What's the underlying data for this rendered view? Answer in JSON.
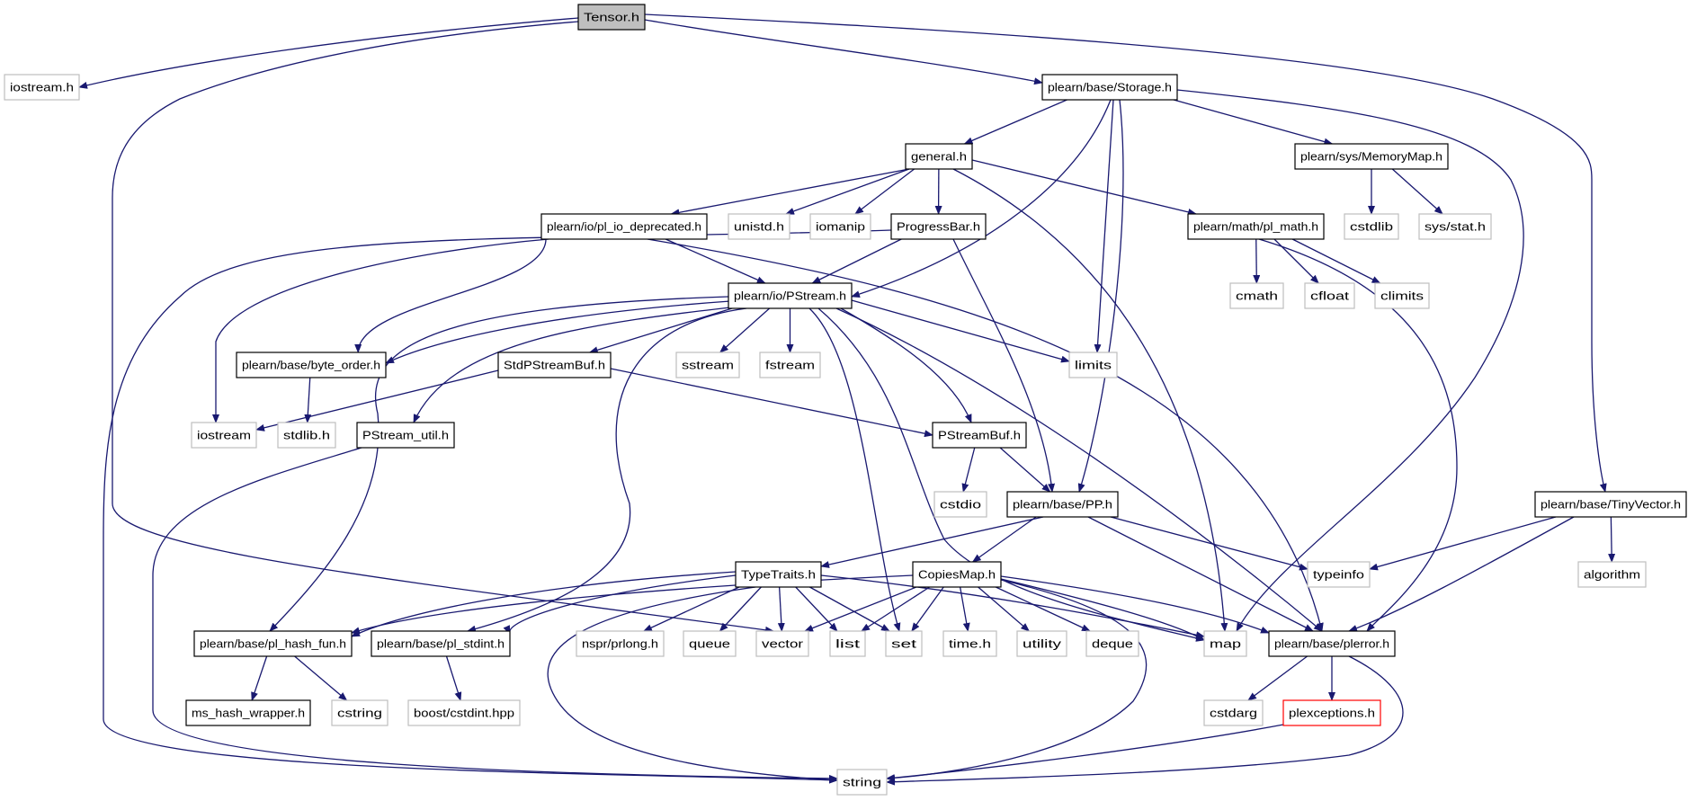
{
  "title": "Tensor.h include dependency graph",
  "colors": {
    "edge": "#191970",
    "focus_fill": "#bfbfbf",
    "focus_stroke": "#000000",
    "documented_stroke": "#000000",
    "external_stroke": "#bfbfbf",
    "error_stroke": "#ff0000",
    "node_fill": "#ffffff"
  },
  "nodes": [
    {
      "id": "tensor",
      "label": "Tensor.h",
      "kind": "focus"
    },
    {
      "id": "iostream_h",
      "label": "iostream.h",
      "kind": "external"
    },
    {
      "id": "storage",
      "label": "plearn/base/Storage.h",
      "kind": "documented"
    },
    {
      "id": "general",
      "label": "general.h",
      "kind": "documented"
    },
    {
      "id": "memorymap",
      "label": "plearn/sys/MemoryMap.h",
      "kind": "documented"
    },
    {
      "id": "pl_io_deprecated",
      "label": "plearn/io/pl_io_deprecated.h",
      "kind": "documented"
    },
    {
      "id": "unistd",
      "label": "unistd.h",
      "kind": "external"
    },
    {
      "id": "iomanip",
      "label": "iomanip",
      "kind": "external"
    },
    {
      "id": "progressbar",
      "label": "ProgressBar.h",
      "kind": "documented"
    },
    {
      "id": "pl_math",
      "label": "plearn/math/pl_math.h",
      "kind": "documented"
    },
    {
      "id": "cstdlib",
      "label": "cstdlib",
      "kind": "external"
    },
    {
      "id": "sys_stat",
      "label": "sys/stat.h",
      "kind": "external"
    },
    {
      "id": "pstream",
      "label": "plearn/io/PStream.h",
      "kind": "documented"
    },
    {
      "id": "cmath",
      "label": "cmath",
      "kind": "external"
    },
    {
      "id": "cfloat",
      "label": "cfloat",
      "kind": "external"
    },
    {
      "id": "climits",
      "label": "climits",
      "kind": "external"
    },
    {
      "id": "byte_order",
      "label": "plearn/base/byte_order.h",
      "kind": "documented"
    },
    {
      "id": "stdpstreambuf",
      "label": "StdPStreamBuf.h",
      "kind": "documented"
    },
    {
      "id": "sstream",
      "label": "sstream",
      "kind": "external"
    },
    {
      "id": "fstream",
      "label": "fstream",
      "kind": "external"
    },
    {
      "id": "limits",
      "label": "limits",
      "kind": "external"
    },
    {
      "id": "iostream",
      "label": "iostream",
      "kind": "external"
    },
    {
      "id": "stdlib_h",
      "label": "stdlib.h",
      "kind": "external"
    },
    {
      "id": "pstream_util",
      "label": "PStream_util.h",
      "kind": "documented"
    },
    {
      "id": "pstreambuf",
      "label": "PStreamBuf.h",
      "kind": "documented"
    },
    {
      "id": "cstdio",
      "label": "cstdio",
      "kind": "external"
    },
    {
      "id": "pp",
      "label": "plearn/base/PP.h",
      "kind": "documented"
    },
    {
      "id": "tinyvector",
      "label": "plearn/base/TinyVector.h",
      "kind": "documented"
    },
    {
      "id": "typetraits",
      "label": "TypeTraits.h",
      "kind": "documented"
    },
    {
      "id": "copiesmap",
      "label": "CopiesMap.h",
      "kind": "documented"
    },
    {
      "id": "typeinfo",
      "label": "typeinfo",
      "kind": "external"
    },
    {
      "id": "algorithm",
      "label": "algorithm",
      "kind": "external"
    },
    {
      "id": "pl_hash_fun",
      "label": "plearn/base/pl_hash_fun.h",
      "kind": "documented"
    },
    {
      "id": "pl_stdint",
      "label": "plearn/base/pl_stdint.h",
      "kind": "documented"
    },
    {
      "id": "nspr_prlong",
      "label": "nspr/prlong.h",
      "kind": "external"
    },
    {
      "id": "queue",
      "label": "queue",
      "kind": "external"
    },
    {
      "id": "vector",
      "label": "vector",
      "kind": "external"
    },
    {
      "id": "list",
      "label": "list",
      "kind": "external"
    },
    {
      "id": "set",
      "label": "set",
      "kind": "external"
    },
    {
      "id": "time_h",
      "label": "time.h",
      "kind": "external"
    },
    {
      "id": "utility",
      "label": "utility",
      "kind": "external"
    },
    {
      "id": "deque",
      "label": "deque",
      "kind": "external"
    },
    {
      "id": "map",
      "label": "map",
      "kind": "external"
    },
    {
      "id": "plerror",
      "label": "plearn/base/plerror.h",
      "kind": "documented"
    },
    {
      "id": "ms_hash_wrapper",
      "label": "ms_hash_wrapper.h",
      "kind": "documented"
    },
    {
      "id": "cstring",
      "label": "cstring",
      "kind": "external"
    },
    {
      "id": "boost_cstdint",
      "label": "boost/cstdint.hpp",
      "kind": "external"
    },
    {
      "id": "cstdarg",
      "label": "cstdarg",
      "kind": "external"
    },
    {
      "id": "plexceptions",
      "label": "plexceptions.h",
      "kind": "error"
    },
    {
      "id": "string",
      "label": "string",
      "kind": "external"
    }
  ],
  "edges": [
    [
      "tensor",
      "iostream_h"
    ],
    [
      "tensor",
      "storage"
    ],
    [
      "tensor",
      "vector"
    ],
    [
      "tensor",
      "tinyvector"
    ],
    [
      "storage",
      "general"
    ],
    [
      "storage",
      "memorymap"
    ],
    [
      "storage",
      "pstream"
    ],
    [
      "storage",
      "limits"
    ],
    [
      "storage",
      "pp"
    ],
    [
      "storage",
      "map"
    ],
    [
      "general",
      "pl_io_deprecated"
    ],
    [
      "general",
      "unistd"
    ],
    [
      "general",
      "iomanip"
    ],
    [
      "general",
      "progressbar"
    ],
    [
      "general",
      "pl_math"
    ],
    [
      "general",
      "map"
    ],
    [
      "memorymap",
      "cstdlib"
    ],
    [
      "memorymap",
      "sys_stat"
    ],
    [
      "pl_io_deprecated",
      "pstream"
    ],
    [
      "pl_io_deprecated",
      "byte_order"
    ],
    [
      "pl_io_deprecated",
      "iostream"
    ],
    [
      "pl_io_deprecated",
      "plerror"
    ],
    [
      "progressbar",
      "pstream"
    ],
    [
      "progressbar",
      "pp"
    ],
    [
      "progressbar",
      "string"
    ],
    [
      "pl_math",
      "cmath"
    ],
    [
      "pl_math",
      "cfloat"
    ],
    [
      "pl_math",
      "climits"
    ],
    [
      "pl_math",
      "plerror"
    ],
    [
      "pstream",
      "byte_order"
    ],
    [
      "pstream",
      "stdpstreambuf"
    ],
    [
      "pstream",
      "sstream"
    ],
    [
      "pstream",
      "fstream"
    ],
    [
      "pstream",
      "limits"
    ],
    [
      "pstream",
      "pstream_util"
    ],
    [
      "pstream",
      "pstreambuf"
    ],
    [
      "pstream",
      "pl_hash_fun"
    ],
    [
      "pstream",
      "pl_stdint"
    ],
    [
      "pstream",
      "set"
    ],
    [
      "pstream",
      "map"
    ],
    [
      "pstream",
      "plerror"
    ],
    [
      "byte_order",
      "stdlib_h"
    ],
    [
      "stdpstreambuf",
      "iostream"
    ],
    [
      "stdpstreambuf",
      "pstreambuf"
    ],
    [
      "pstream_util",
      "string"
    ],
    [
      "pstreambuf",
      "cstdio"
    ],
    [
      "pstreambuf",
      "pp"
    ],
    [
      "pp",
      "typetraits"
    ],
    [
      "pp",
      "copiesmap"
    ],
    [
      "pp",
      "typeinfo"
    ],
    [
      "pp",
      "plerror"
    ],
    [
      "tinyvector",
      "typeinfo"
    ],
    [
      "tinyvector",
      "algorithm"
    ],
    [
      "tinyvector",
      "plerror"
    ],
    [
      "typetraits",
      "pl_hash_fun"
    ],
    [
      "typetraits",
      "pl_stdint"
    ],
    [
      "typetraits",
      "nspr_prlong"
    ],
    [
      "typetraits",
      "queue"
    ],
    [
      "typetraits",
      "vector"
    ],
    [
      "typetraits",
      "list"
    ],
    [
      "typetraits",
      "set"
    ],
    [
      "typetraits",
      "map"
    ],
    [
      "typetraits",
      "string"
    ],
    [
      "copiesmap",
      "pl_hash_fun"
    ],
    [
      "copiesmap",
      "vector"
    ],
    [
      "copiesmap",
      "list"
    ],
    [
      "copiesmap",
      "set"
    ],
    [
      "copiesmap",
      "time_h"
    ],
    [
      "copiesmap",
      "utility"
    ],
    [
      "copiesmap",
      "deque"
    ],
    [
      "copiesmap",
      "map"
    ],
    [
      "copiesmap",
      "plerror"
    ],
    [
      "copiesmap",
      "string"
    ],
    [
      "pl_hash_fun",
      "ms_hash_wrapper"
    ],
    [
      "pl_hash_fun",
      "cstring"
    ],
    [
      "pl_stdint",
      "boost_cstdint"
    ],
    [
      "plerror",
      "cstdarg"
    ],
    [
      "plerror",
      "plexceptions"
    ],
    [
      "plerror",
      "string"
    ],
    [
      "plexceptions",
      "string"
    ]
  ]
}
